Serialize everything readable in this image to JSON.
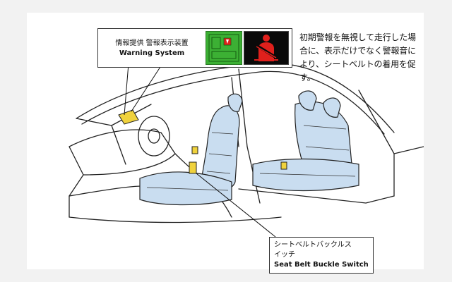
{
  "warning_label": {
    "jp": "情報提供 警報表示装置",
    "en": "Warning System"
  },
  "description": "初期警報を無視して走行した場合に、表示だけでなく警報音により、シートベルトの着用を促す。",
  "buckle_label": {
    "jp_line1": "シートベルトバックルス",
    "jp_line2": "イッチ",
    "en": "Seat Belt Buckle Switch"
  },
  "colors": {
    "panel_green": "#3cb034",
    "warning_red": "#e0201c",
    "seat_blue": "#c9ddf0",
    "switch_yellow": "#f0d23c"
  },
  "icons": [
    "dashboard-panel-icon",
    "seatbelt-warning-icon"
  ]
}
